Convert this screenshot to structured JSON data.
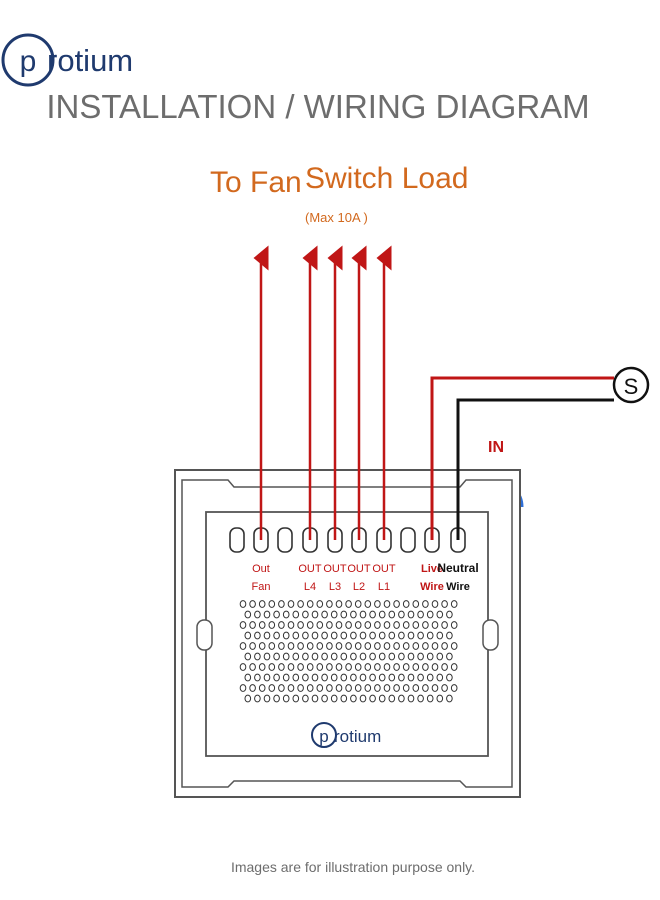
{
  "brand": {
    "logo_letter": "p",
    "logo_rest": "rotium",
    "colors": {
      "navy": "#1f3a6e",
      "gray": "#6d6d6d"
    }
  },
  "title": "INSTALLATION / WIRING DIAGRAM",
  "labels": {
    "to_fan": "To Fan",
    "switch_load": "Switch Load",
    "max_rating": "(Max 10A )",
    "in": "IN",
    "supply_symbol": "S"
  },
  "terminals": [
    {
      "line1": "Out",
      "line2": "Fan",
      "color": "#c01616",
      "wire": "red-up"
    },
    {
      "line1": "OUT",
      "line2": "L4",
      "color": "#c01616",
      "wire": "red-up"
    },
    {
      "line1": "OUT",
      "line2": "L3",
      "color": "#c01616",
      "wire": "red-up"
    },
    {
      "line1": "OUT",
      "line2": "L2",
      "color": "#c01616",
      "wire": "red-up"
    },
    {
      "line1": "OUT",
      "line2": "L1",
      "color": "#c01616",
      "wire": "red-up"
    },
    {
      "line1": "Live",
      "line2": "Wire",
      "color": "#c01616",
      "wire": "live"
    },
    {
      "line1": "Neutral",
      "line2": "Wire",
      "color": "#111111",
      "wire": "neutral"
    }
  ],
  "footer": "Images are for illustration purpose  only.",
  "colors": {
    "orange": "#d2691e",
    "red": "#c01616",
    "black": "#111111",
    "wifi_blue": "#2f6fd6",
    "plate_gray": "#555555"
  }
}
